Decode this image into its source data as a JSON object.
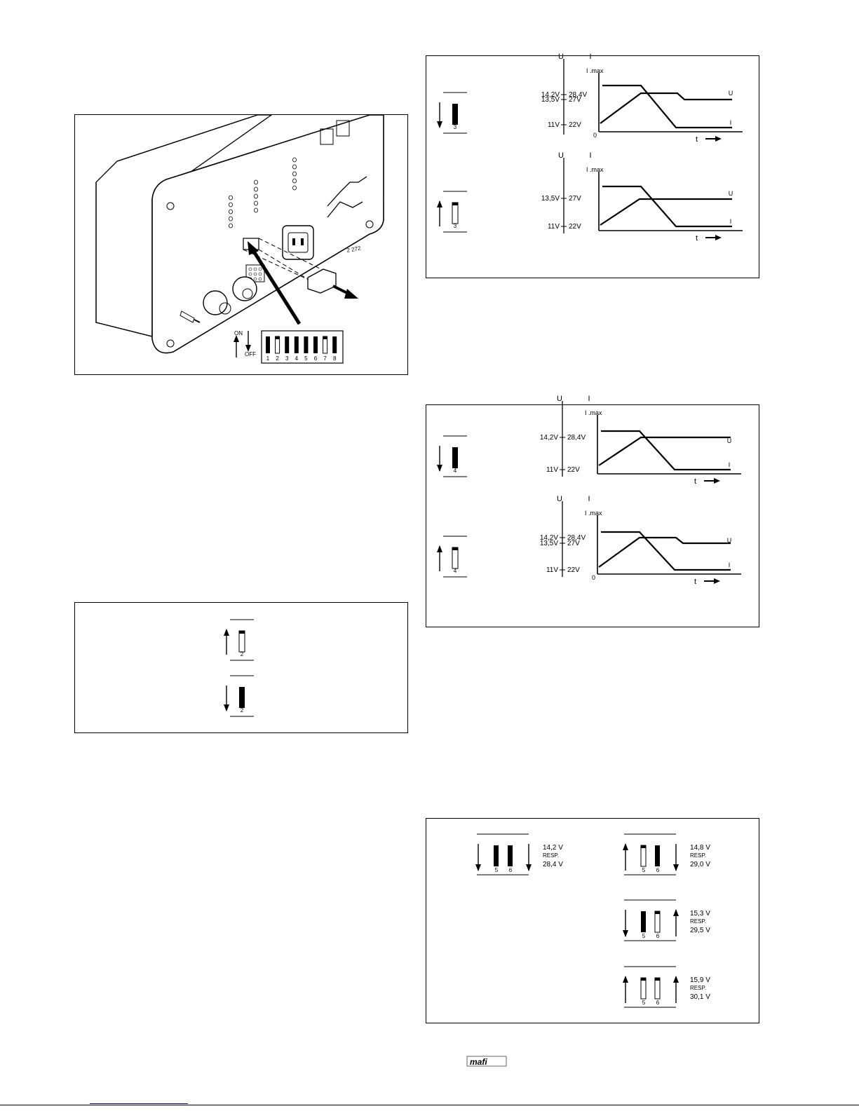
{
  "device_figure": {
    "dip_on_label": "ON",
    "dip_off_label": "OFF",
    "switch_numbers": [
      "1",
      "2",
      "3",
      "4",
      "5",
      "6",
      "7",
      "8"
    ],
    "switch_states": [
      "off",
      "on",
      "off",
      "off",
      "off",
      "off",
      "on",
      "off"
    ],
    "code_label": "2 272"
  },
  "switch2_figure": {
    "top": {
      "number": "2",
      "state": "on"
    },
    "bottom": {
      "number": "2",
      "state": "off"
    }
  },
  "switch3_figure": {
    "axis_u": "U",
    "axis_i": "I",
    "imax": "I .max",
    "curve_u": "U",
    "curve_i": "I",
    "time": "t",
    "zero": "0",
    "top": {
      "switch_number": "3",
      "v1": "14,2V",
      "v1b": "28,4V",
      "v2": "13,5V",
      "v2b": "27V",
      "v3": "11V",
      "v3b": "22V"
    },
    "bottom": {
      "switch_number": "3",
      "v1": "13,5V",
      "v1b": "27V",
      "v2": "11V",
      "v2b": "22V"
    }
  },
  "switch4_figure": {
    "axis_u": "U",
    "axis_i": "I",
    "imax": "I .max",
    "curve_u": "U",
    "curve_i": "I",
    "time": "t",
    "zero": "0",
    "top": {
      "switch_number": "4",
      "v1": "14,2V",
      "v1b": "28,4V",
      "v2": "11V",
      "v2b": "22V"
    },
    "bottom": {
      "switch_number": "4",
      "v1": "14,2V",
      "v1b": "28,4V",
      "v2": "13,5V",
      "v2b": "27V",
      "v3": "11V",
      "v3b": "22V"
    }
  },
  "switch56_figure": {
    "numbers": [
      "5",
      "6"
    ],
    "combos": [
      {
        "v": "14,2 V",
        "resp": "RESP.",
        "v2": "28,4 V"
      },
      {
        "v": "14,8 V",
        "resp": "RESP.",
        "v2": "29,0 V"
      },
      {
        "v": "15,3 V",
        "resp": "RESP.",
        "v2": "29,5 V"
      },
      {
        "v": "15,9 V",
        "resp": "RESP.",
        "v2": "30,1 V"
      }
    ]
  },
  "footer": {
    "logo_text": "mafi"
  }
}
